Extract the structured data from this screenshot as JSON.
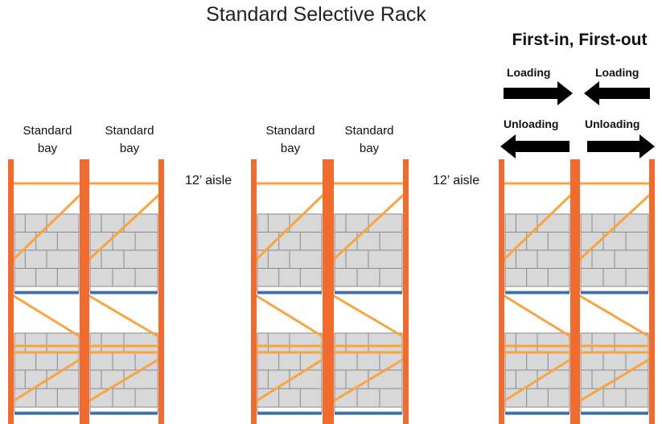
{
  "title": "Standard Selective Rack",
  "fifo_title": "First-in, First-out",
  "bays": [
    {
      "line1": "Standard",
      "line2": "bay"
    },
    {
      "line1": "Standard",
      "line2": "bay"
    },
    {
      "line1": "Standard",
      "line2": "bay"
    },
    {
      "line1": "Standard",
      "line2": "bay"
    }
  ],
  "aisles": [
    "12’ aisle",
    "12’ aisle"
  ],
  "arrows": {
    "loading_left": "Loading",
    "loading_right": "Loading",
    "unloading_left": "Unloading",
    "unloading_right": "Unloading"
  },
  "colors": {
    "upright": "#f26b2e",
    "beam": "#f7a441",
    "brace": "#f7a441",
    "box_fill": "#d8d8d8",
    "box_line": "#8a8a8a",
    "pallet": "#2e6db4",
    "arrow": "#000000"
  }
}
